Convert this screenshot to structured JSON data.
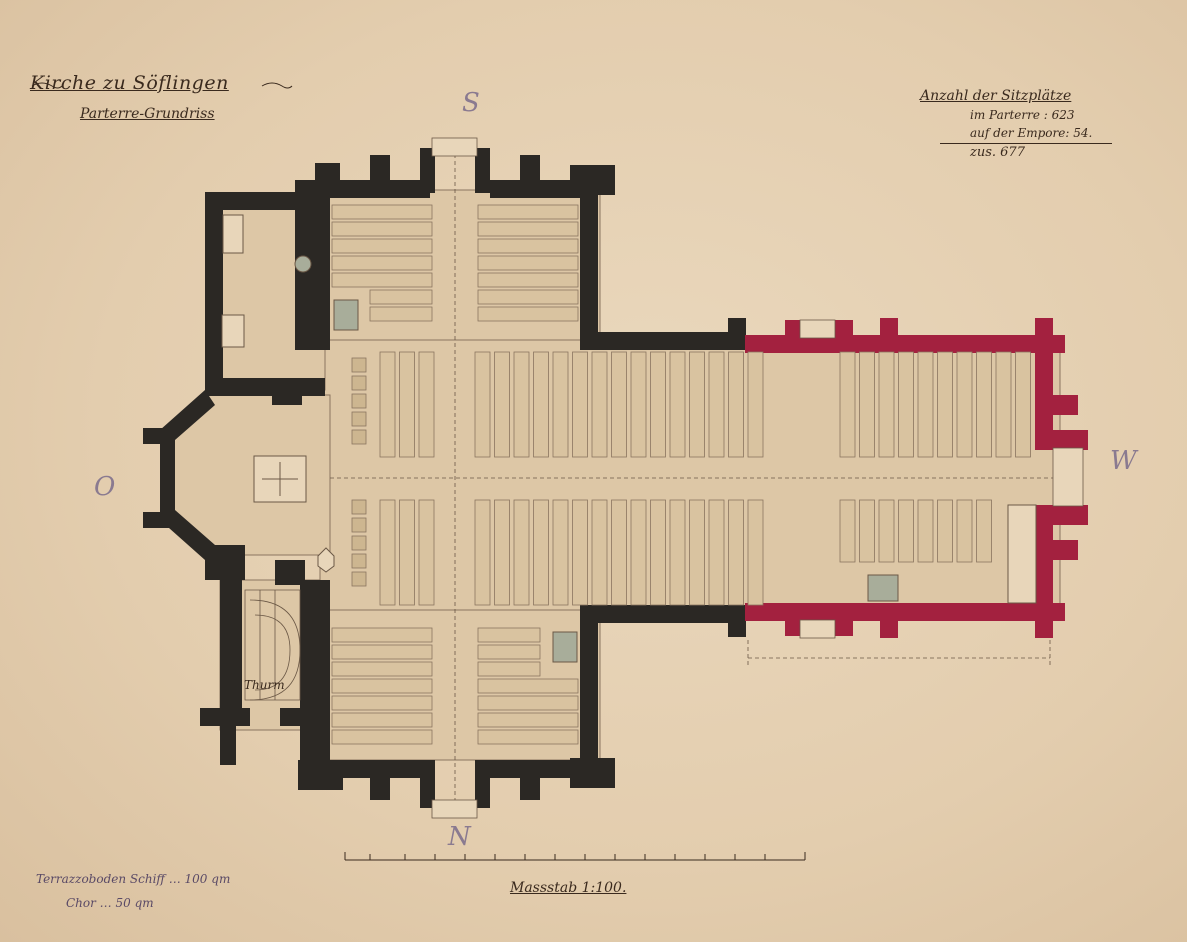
{
  "title": "Kirche zu Söflingen",
  "subtitle": "Parterre-Grundriss",
  "seats": {
    "heading": "Anzahl der Sitzplätze",
    "row1": "im Parterre : 623",
    "row2": "auf der Empore: 54.",
    "row3": "zus.  677"
  },
  "scale_label": "Massstab 1:100.",
  "tower_label": "Thurm",
  "compass": {
    "south": "S",
    "north": "N",
    "east": "O",
    "west": "W"
  },
  "notes": {
    "line1": "Terrazzoboden Schiff … 100 qm",
    "line2": "Chor … 50 qm"
  },
  "colors": {
    "existing_wall": "#2b2824",
    "new_wall": "#a3213f",
    "pews": "#d9c3a0",
    "paper": "#e6d2b4"
  }
}
